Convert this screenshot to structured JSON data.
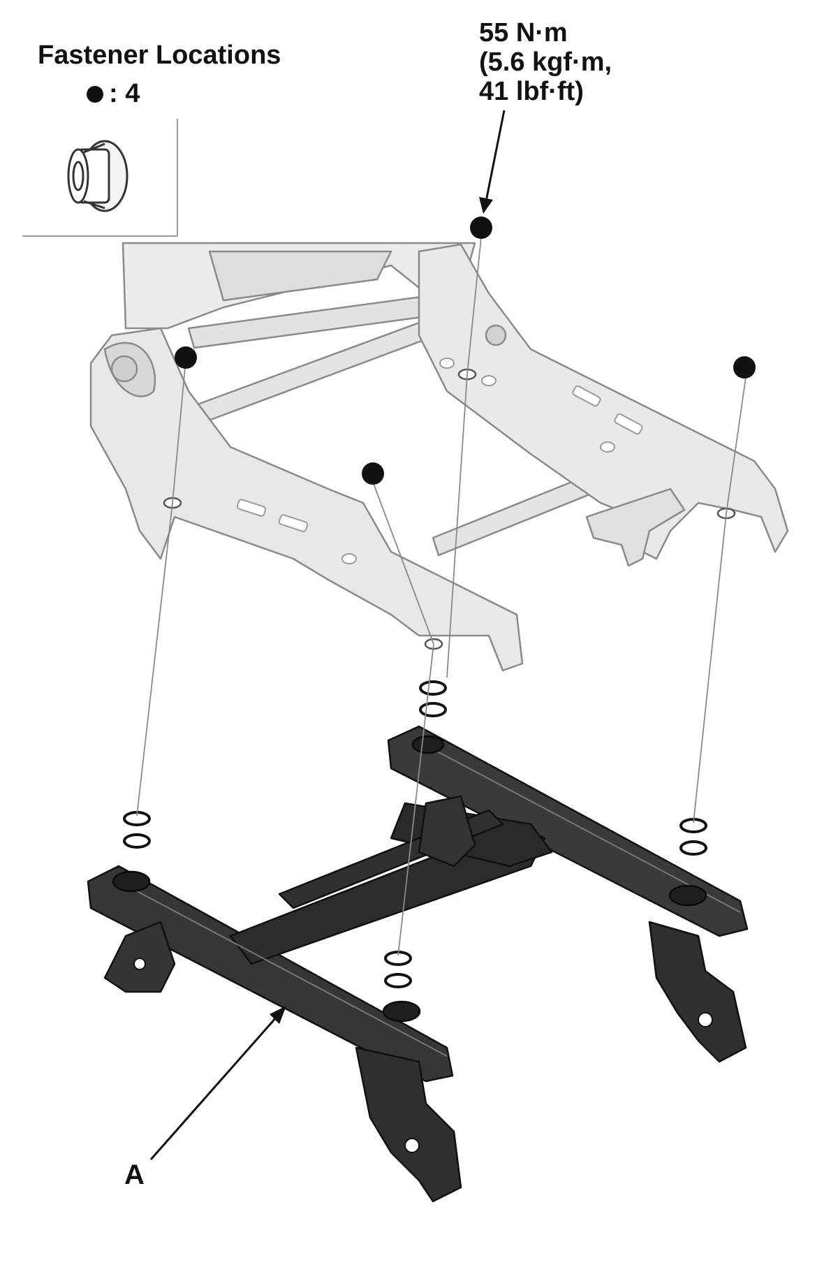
{
  "legend": {
    "title": "Fastener Locations",
    "count_text": ": 4",
    "icon": "flange-nut-icon"
  },
  "torque": {
    "line1": "55 N·m",
    "line2": "(5.6 kgf·m,",
    "line3": "41 lbf·ft)"
  },
  "callouts": {
    "seat_adjuster": "A"
  },
  "colors": {
    "fastener_dot": "#111111",
    "upper_frame": "#e6e6e6",
    "upper_frame_stroke": "#8a8a8a",
    "adjuster_frame": "#2f2f2f",
    "adjuster_stroke": "#101010"
  }
}
